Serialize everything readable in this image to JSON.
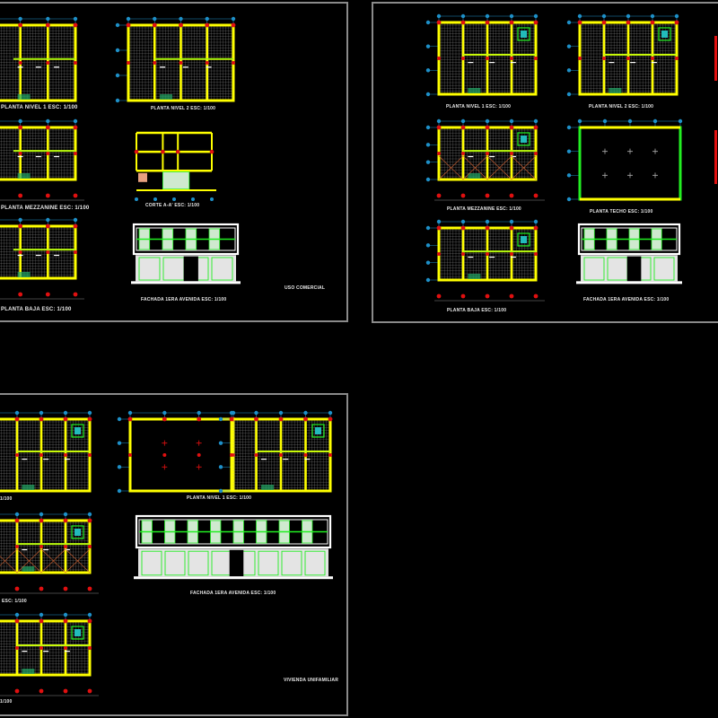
{
  "colors": {
    "background": "#000000",
    "walls": "#ffff00",
    "grid": "#9a9a9a",
    "columns": "#e01010",
    "axes": "#1e90c8",
    "glazing": "#22ee22",
    "frame": "#8a8a8a"
  },
  "sheets": [
    {
      "labels": {
        "plan_level1": "PLANTA NIVEL 1   ESC: 1/100",
        "plan_level2": "PLANTA NIVEL 2   ESC: 1/100",
        "mezzanine": "PLANTA MEZZANINE   ESC: 1/100",
        "section": "CORTE A-A'   ESC: 1/100",
        "ground": "PLANTA BAJA   ESC: 1/100",
        "facade": "FACHADA 1ERA AVENIDA   ESC: 1/100",
        "use": "USO COMERCIAL"
      }
    },
    {
      "labels": {
        "plan_level1": "PLANTA NIVEL 1   ESC: 1/100",
        "plan_level2": "PLANTA NIVEL 2   ESC: 1/100",
        "mezzanine": "PLANTA MEZZANINE   ESC: 1/100",
        "roof": "PLANTA TECHO   ESC: 1/100",
        "ground": "PLANTA BAJA   ESC: 1/100",
        "facade": "FACHADA 1ERA AVENIDA   ESC: 1/100"
      }
    },
    {
      "labels": {
        "plan_partial": "1/100",
        "plan_level1": "PLANTA NIVEL 1   ESC: 1/100",
        "mezzanine": "ESC: 1/100",
        "facade": "FACHADA 1ERA AVENIDA   ESC: 1/100",
        "ground": "1/100",
        "use": "VIVIENDA UNIFAMILIAR"
      }
    }
  ]
}
